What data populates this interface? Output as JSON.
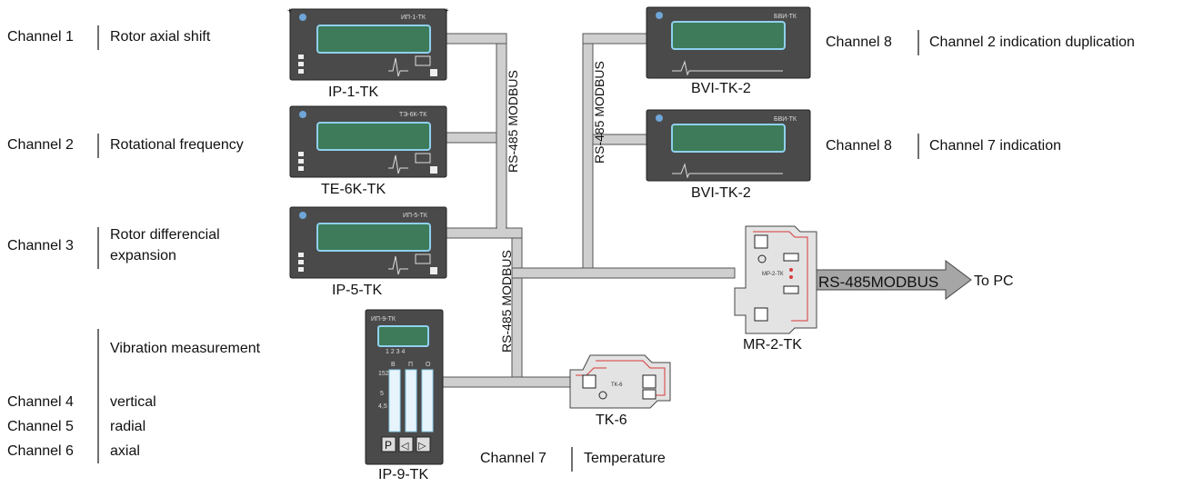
{
  "channels": {
    "ch1": {
      "channel": "Channel 1",
      "desc": "Rotor axial shift"
    },
    "ch2": {
      "channel": "Channel 2",
      "desc": "Rotational frequency"
    },
    "ch3": {
      "channel": "Channel 3",
      "desc_line1": "Rotor differencial",
      "desc_line2": "expansion"
    },
    "vib_title": "Vibration measurement",
    "ch4": {
      "channel": "Channel 4",
      "desc": "vertical"
    },
    "ch5": {
      "channel": "Channel 5",
      "desc": "radial"
    },
    "ch6": {
      "channel": "Channel 6",
      "desc": "axial"
    },
    "ch7": {
      "channel": "Channel 7",
      "desc": "Temperature"
    },
    "ch8a": {
      "channel": "Channel 8",
      "desc": "Channel 2 indication duplication"
    },
    "ch8b": {
      "channel": "Channel 8",
      "desc": "Channel 7 indication"
    }
  },
  "devices": {
    "ip1": {
      "name": "IP-1-TK",
      "panel_title": "ИП-1-ТК"
    },
    "te6k": {
      "name": "TE-6K-TK",
      "panel_title": "ТЭ-6К-ТК"
    },
    "ip5": {
      "name": "IP-5-TK",
      "panel_title": "ИП-5-ТК"
    },
    "ip9": {
      "name": "IP-9-TK",
      "panel_title": "ИП-9-ТК",
      "scale_labels": [
        "В",
        "П",
        "О"
      ],
      "ticks": [
        "152",
        "5",
        "4,5"
      ],
      "buttons": [
        "P",
        "◁",
        "▷"
      ],
      "channel_digits": "1  2  3  4"
    },
    "bvi1": {
      "name": "BVI-TK-2",
      "panel_title": "БВИ-ТК"
    },
    "bvi2": {
      "name": "BVI-TK-2",
      "panel_title": "БВИ-ТК"
    },
    "tk6": {
      "name": "TK-6",
      "panel_title": "ТК-6"
    },
    "mr2": {
      "name": "MR-2-TK",
      "panel_title": "МР-2-ТК"
    }
  },
  "bus": {
    "label_upper": "RS-485 MODBUS",
    "label_lower": "RS-485 MODBUS",
    "label_right": "RS-485 MODBUS",
    "arrow_label": "RS-485MODBUS",
    "to_pc": "To PC"
  },
  "colors": {
    "panel": "#4a4a4a",
    "screen": "#3d7b5a",
    "screen_border": "#8fd0ee",
    "bus_fill": "#cfcfcf",
    "bus_stroke": "#555555",
    "module": "#e3e3e3",
    "module_trace": "#d83a3a"
  }
}
